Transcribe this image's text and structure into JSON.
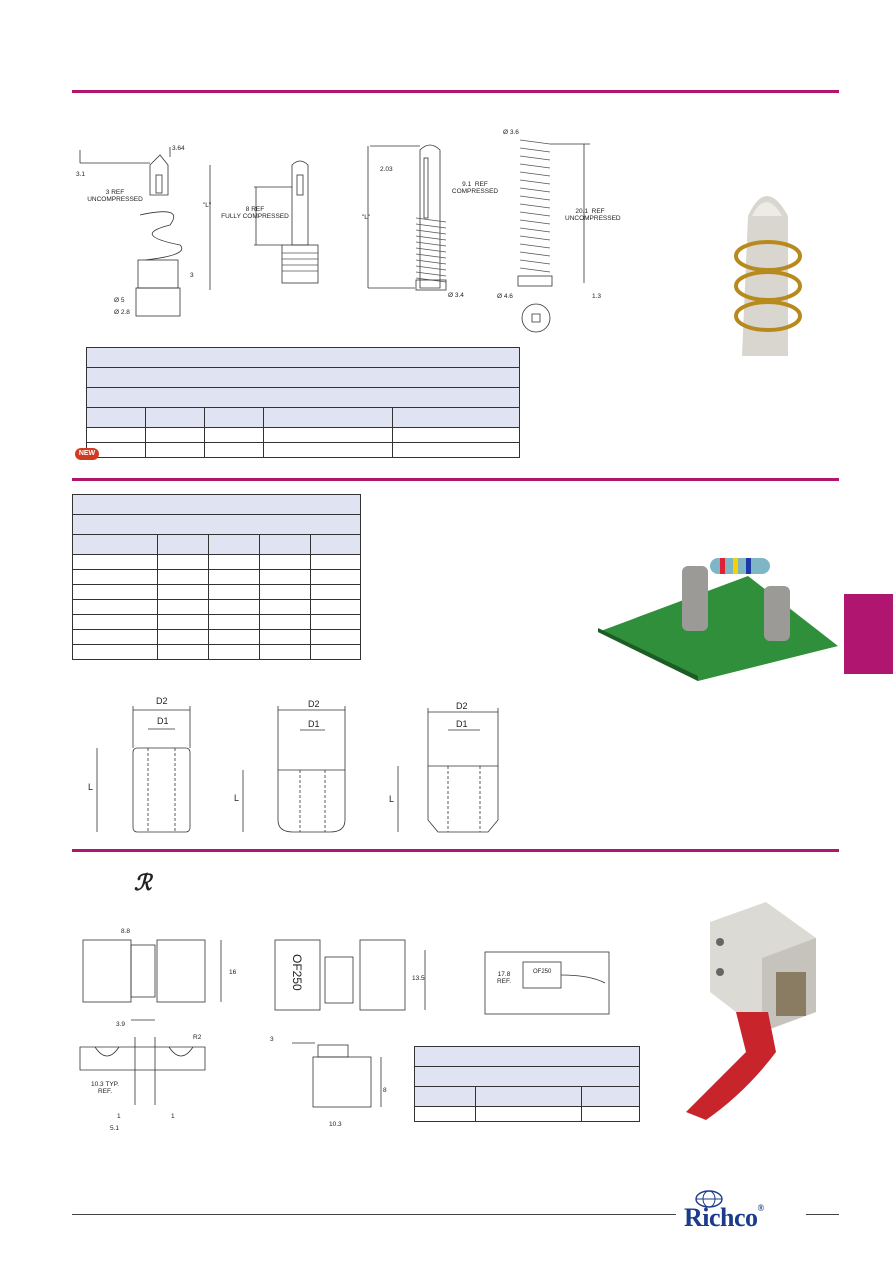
{
  "section1": {
    "dims_a": {
      "d1": "3.64",
      "d2": "3.1",
      "d3": "3 REF\nUNCOMPRESSED",
      "d4": "\"L\"",
      "d5": "3",
      "d6": "Ø 5",
      "d7": "Ø 2.8",
      "d8": "8 REF\nFULLY COMPRESSED"
    },
    "dims_b": {
      "d1": "2.03",
      "d2": "9.1  REF\nCOMPRESSED",
      "d3": "\"L\"",
      "d4": "Ø 3.4",
      "d5": "Ø 3.6",
      "d6": "20.1  REF\nUNCOMPRESSED",
      "d7": "Ø 4.6",
      "d8": "1.3"
    },
    "new_badge": "NEW"
  },
  "section2": {
    "labels": {
      "D2": "D2",
      "D1": "D1",
      "L": "L"
    }
  },
  "section3": {
    "dims": {
      "a": "8.8",
      "b": "16",
      "c": "3.9",
      "d": "OF250",
      "e": "13.5",
      "f": "17.8\nREF.",
      "g": "OF250",
      "h": "R2",
      "i": "10.3 TYP.\nREF.",
      "j": "1",
      "k": "1",
      "l": "5.1",
      "m": "3",
      "n": "8",
      "o": "10.3"
    }
  },
  "footer": {
    "brand": "Richco",
    "reg": "®"
  },
  "colors": {
    "accent": "#b0156f",
    "table_header": "#dfe3f2",
    "pcb": "#2f8f3a",
    "cable": "#c8242b"
  }
}
